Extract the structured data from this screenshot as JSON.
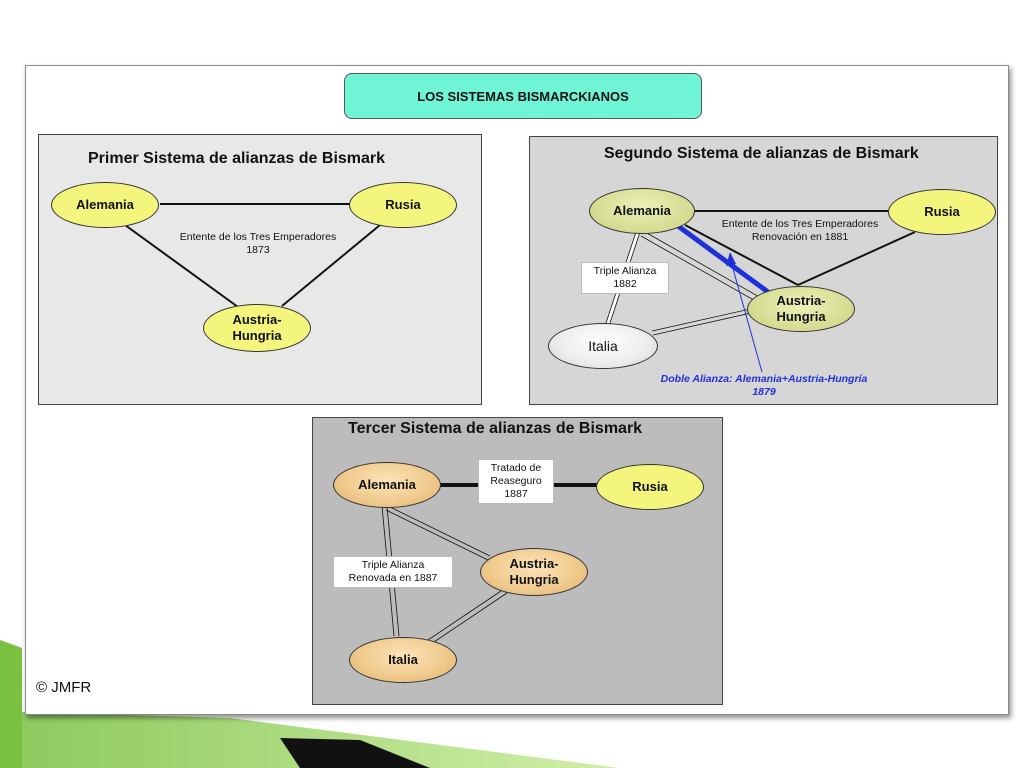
{
  "title": "LOS SISTEMAS BISMARCKIANOS",
  "copyright": "© JMFR",
  "panel1": {
    "title": "Primer Sistema de alianzas de Bismark",
    "nodes": {
      "alemania": "Alemania",
      "rusia": "Rusia",
      "austria": "Austria-\nHungria"
    },
    "label": "Entente de los Tres Emperadores\n1873"
  },
  "panel2": {
    "title": "Segundo Sistema de alianzas de Bismark",
    "nodes": {
      "alemania": "Alemania",
      "rusia": "Rusia",
      "austria": "Austria-\nHungria",
      "italia": "Italia"
    },
    "entente_label": "Entente de los Tres Emperadores\nRenovación en 1881",
    "triple_label": "Triple Alianza\n1882",
    "doble_label": "Doble Alianza: Alemania+Austria-Hungría\n1879",
    "doble_color": "#2030d8"
  },
  "panel3": {
    "title": "Tercer Sistema de alianzas de Bismark",
    "nodes": {
      "alemania": "Alemania",
      "rusia": "Rusia",
      "austria": "Austria-\nHungria",
      "italia": "Italia"
    },
    "tratado_label": "Tratado de\nReaseguro\n1887",
    "triple_label": "Triple Alianza\nRenovada en 1887"
  },
  "colors": {
    "title_bg": "#6ff5d6",
    "panel1_bg": "#e8e8e8",
    "panel2_bg": "#d6d6d6",
    "panel3_bg": "#bcbcbc",
    "yellow_node": "#f3f57c",
    "accent_green": "#8fd13f"
  }
}
